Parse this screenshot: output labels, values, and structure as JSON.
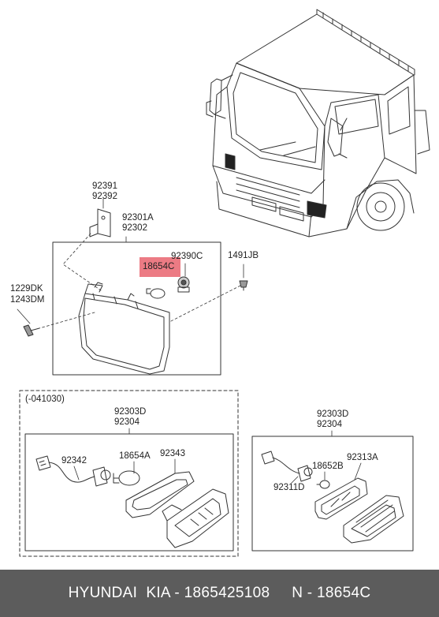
{
  "labels": {
    "p92391": "92391",
    "p92392": "92392",
    "p92301a": "92301A",
    "p92302": "92302",
    "p92390c": "92390C",
    "p1491jb": "1491JB",
    "p18654c": "18654C",
    "p1229dk": "1229DK",
    "p1243dm": "1243DM",
    "version": "(-041030)",
    "left_92303d": "92303D",
    "left_92304": "92304",
    "p92342": "92342",
    "left_18654a": "18654A",
    "p92343": "92343",
    "right_92303d": "92303D",
    "right_92304": "92304",
    "p18652b": "18652B",
    "p92313a": "92313A",
    "p92311d": "92311D"
  },
  "highlight_color": "#ec7b84",
  "footer": {
    "text": "HYUNDAI  KIA - 1865425108     N - 18654C"
  }
}
